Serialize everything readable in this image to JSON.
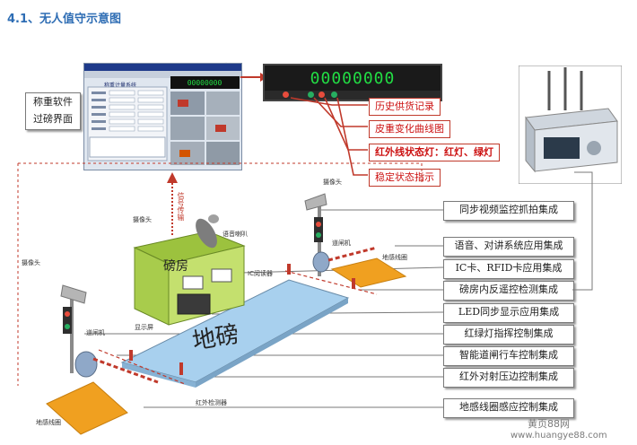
{
  "heading": "4.1、无人值守示意图",
  "software_caption": [
    "称重软件",
    "过磅界面"
  ],
  "software_window_title": "称重计量系统",
  "led_value": "00000000",
  "led_panel_labels": {
    "history": "历史供货记录",
    "curve": "皮重变化曲线图",
    "infrared": "红外线状态灯：红灯、绿灯",
    "stable": "稳定状态指示"
  },
  "system_list": [
    "同步视频监控抓拍集成",
    "语音、对讲系统应用集成",
    "IC卡、RFID卡应用集成",
    "磅房内反遥控检测集成",
    "LED同步显示应用集成",
    "红绿灯指挥控制集成",
    "智能道闸行车控制集成",
    "红外对射压边控制集成",
    "地感线圈感应控制集成"
  ],
  "scene_labels": {
    "camera_left": "摄像头",
    "camera_top": "摄像头",
    "camera_mid": "摄像头",
    "speaker": "语音喇叭",
    "ic_reader": "IC阅读器",
    "display": "显示屏",
    "gate_left": "道闸机",
    "gate_right": "道闸机",
    "loop_right": "地感线圈",
    "loop_left": "地感线圈",
    "infrared_detector": "红外检测器",
    "house": "磅房",
    "scale": "地磅",
    "signal": "信号传输"
  },
  "watermark": "黄页88网",
  "site_url": "www.huangye88.com",
  "colors": {
    "heading": "#2e6db4",
    "red_label": "#cc1111",
    "led_digits": "#22dd44",
    "house_wall": "#b5d65a",
    "house_roof": "#9cc23e",
    "scale_deck": "#a8d0ee",
    "loop_pad": "#f0a020"
  }
}
